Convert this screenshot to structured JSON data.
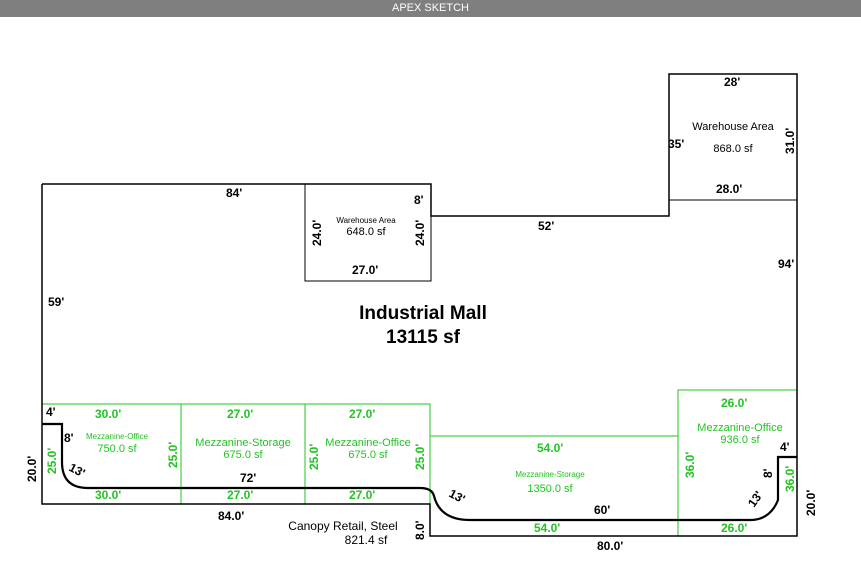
{
  "app_title": "APEX SKETCH",
  "colors": {
    "titlebar": "#7f7f7f",
    "outline": "#000000",
    "mezzanine": "#22c322"
  },
  "main_area": {
    "name": "Industrial Mall",
    "area": "13115 sf"
  },
  "warehouse_left": {
    "name": "Warehouse Area",
    "area": "648.0 sf",
    "top": "8'",
    "left": "24.0'",
    "right": "24.0'",
    "bottom": "27.0'"
  },
  "warehouse_right": {
    "name": "Warehouse Area",
    "area": "868.0 sf",
    "top": "28'",
    "left": "35'",
    "right": "31.0'",
    "bottom": "28.0'"
  },
  "outline_labels": {
    "top_left": "84'",
    "left": "59'",
    "top_mid": "52'",
    "right": "94'",
    "bottom_left": "84.0'",
    "bottom_mid": "72'",
    "bottom_inner": "60'",
    "bottom_right": "80.0'",
    "left_small": "20.0'",
    "right_small": "20.0'",
    "canopy_gap": "8.0'",
    "step_left_4": "4'",
    "step_left_8": "8'",
    "diag_left": "13'",
    "diag_mid": "13'",
    "diag_right": "13'",
    "step_right_4": "4'",
    "step_right_8": "8'"
  },
  "mezz_office_1": {
    "name": "Mezzanine-Office",
    "area": "750.0 sf",
    "top": "30.0'",
    "bottom": "30.0'",
    "left": "25.0'",
    "right": "25.0'"
  },
  "mezz_storage_1": {
    "name": "Mezzanine-Storage",
    "area": "675.0 sf",
    "top": "27.0'",
    "bottom": "27.0'",
    "right": "25.0'"
  },
  "mezz_office_2": {
    "name": "Mezzanine-Office",
    "area": "675.0 sf",
    "top": "27.0'",
    "bottom": "27.0'",
    "right": "25.0'"
  },
  "mezz_storage_2": {
    "name": "Mezzanine-Storage",
    "area": "1350.0 sf",
    "top": "54.0'",
    "bottom": "54.0'",
    "left": "36.0'"
  },
  "mezz_office_3": {
    "name": "Mezzanine-Office",
    "area": "936.0 sf",
    "top": "26.0'",
    "bottom": "26.0'",
    "right": "36.0'"
  },
  "canopy": {
    "name": "Canopy Retail, Steel",
    "area": "821.4 sf"
  }
}
